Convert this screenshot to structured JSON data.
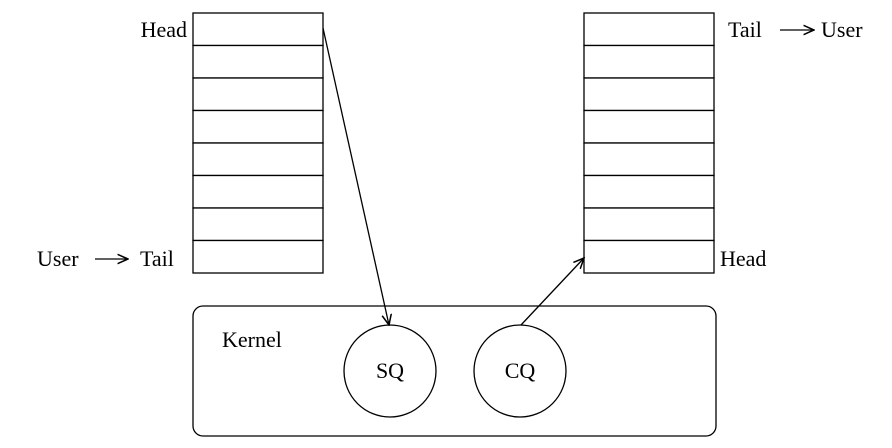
{
  "left_queue": {
    "top_label": "Head",
    "bottom_label": "Tail",
    "bottom_source": "User",
    "slot_count": 8
  },
  "right_queue": {
    "top_label": "Tail",
    "top_target": "User",
    "bottom_label": "Head",
    "slot_count": 8
  },
  "kernel": {
    "label": "Kernel",
    "sq_label": "SQ",
    "cq_label": "CQ"
  }
}
